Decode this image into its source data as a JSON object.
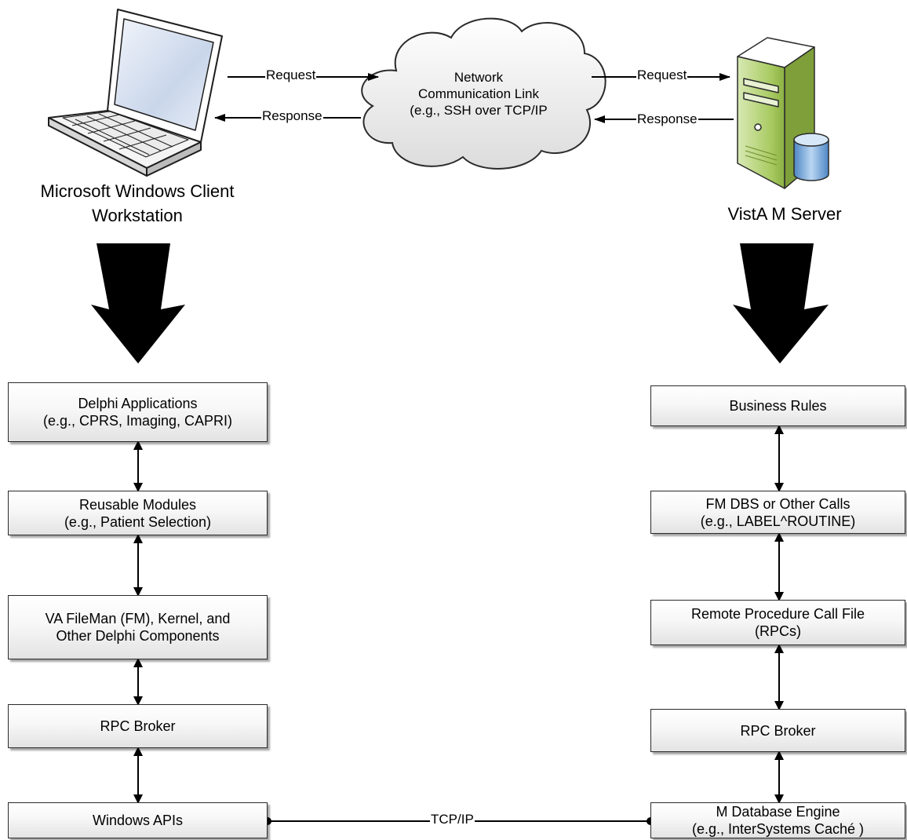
{
  "client": {
    "caption": [
      "Microsoft Windows Client",
      "Workstation"
    ],
    "boxes": [
      [
        "Delphi Applications",
        "(e.g., CPRS, Imaging, CAPRI)"
      ],
      [
        "Reusable Modules",
        "(e.g., Patient Selection)"
      ],
      [
        "VA FileMan (FM), Kernel, and",
        "Other Delphi Components"
      ],
      [
        "RPC Broker"
      ],
      [
        "Windows APIs"
      ]
    ]
  },
  "server": {
    "caption": "VistA M Server",
    "boxes": [
      [
        "Business Rules"
      ],
      [
        "FM DBS or Other Calls",
        "(e.g., LABEL^ROUTINE)"
      ],
      [
        "Remote Procedure Call File",
        "(RPCs)"
      ],
      [
        "RPC Broker"
      ],
      [
        "M Database Engine",
        "(e.g., InterSystems Caché )"
      ]
    ]
  },
  "cloud": {
    "lines": [
      "Network",
      "Communication Link",
      "(e.g., SSH over TCP/IP"
    ]
  },
  "links": {
    "request_left": "Request",
    "response_left": "Response",
    "request_right": "Request",
    "response_right": "Response",
    "tcp": "TCP/IP"
  },
  "icons": {
    "laptop": "laptop-icon",
    "network": "cloud-icon",
    "server": "server-tower-with-database-icon",
    "flow_arrows": "big-down-arrow-icon"
  },
  "colors": {
    "server_body": "#8cb043",
    "database": "#6fa3d9",
    "box_border": "#2a2a2a"
  }
}
